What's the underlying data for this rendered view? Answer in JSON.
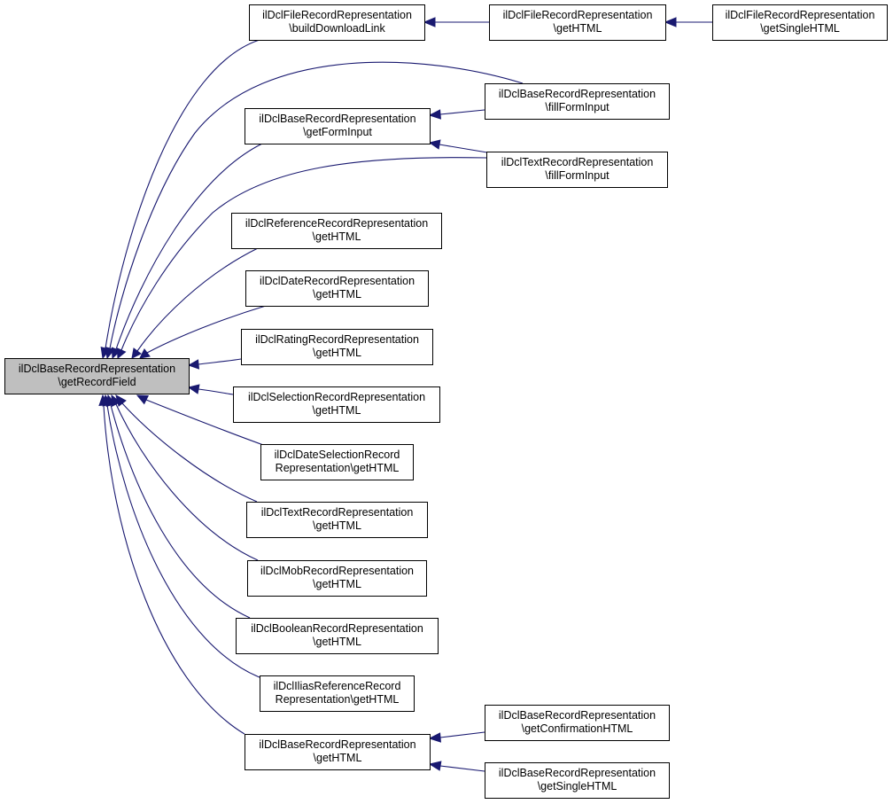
{
  "diagram": {
    "type": "call-graph",
    "direction": "right-to-left",
    "colors": {
      "focus_node_fill": "#bfbfbf",
      "node_fill": "#ffffff",
      "node_border": "#000000",
      "edge": "#191970"
    },
    "nodes": [
      {
        "id": "root",
        "lines": [
          "ilDclBaseRecordRepresentation",
          "\\getRecordField"
        ],
        "focus": true
      },
      {
        "id": "file_build",
        "lines": [
          "ilDclFileRecordRepresentation",
          "\\buildDownloadLink"
        ]
      },
      {
        "id": "file_gethtml",
        "lines": [
          "ilDclFileRecordRepresentation",
          "\\getHTML"
        ]
      },
      {
        "id": "file_getsingle",
        "lines": [
          "ilDclFileRecordRepresentation",
          "\\getSingleHTML"
        ]
      },
      {
        "id": "base_fill",
        "lines": [
          "ilDclBaseRecordRepresentation",
          "\\fillFormInput"
        ]
      },
      {
        "id": "base_getform",
        "lines": [
          "ilDclBaseRecordRepresentation",
          "\\getFormInput"
        ]
      },
      {
        "id": "text_fill",
        "lines": [
          "ilDclTextRecordRepresentation",
          "\\fillFormInput"
        ]
      },
      {
        "id": "ref_gethtml",
        "lines": [
          "ilDclReferenceRecordRepresentation",
          "\\getHTML"
        ]
      },
      {
        "id": "date_gethtml",
        "lines": [
          "ilDclDateRecordRepresentation",
          "\\getHTML"
        ]
      },
      {
        "id": "rating_gethtml",
        "lines": [
          "ilDclRatingRecordRepresentation",
          "\\getHTML"
        ]
      },
      {
        "id": "sel_gethtml",
        "lines": [
          "ilDclSelectionRecordRepresentation",
          "\\getHTML"
        ]
      },
      {
        "id": "datesel_gethtml",
        "lines": [
          "ilDclDateSelectionRecord",
          "Representation\\getHTML"
        ]
      },
      {
        "id": "text_gethtml",
        "lines": [
          "ilDclTextRecordRepresentation",
          "\\getHTML"
        ]
      },
      {
        "id": "mob_gethtml",
        "lines": [
          "ilDclMobRecordRepresentation",
          "\\getHTML"
        ]
      },
      {
        "id": "bool_gethtml",
        "lines": [
          "ilDclBooleanRecordRepresentation",
          "\\getHTML"
        ]
      },
      {
        "id": "ilias_gethtml",
        "lines": [
          "ilDclIliasReferenceRecord",
          "Representation\\getHTML"
        ]
      },
      {
        "id": "base_gethtml",
        "lines": [
          "ilDclBaseRecordRepresentation",
          "\\getHTML"
        ]
      },
      {
        "id": "base_getconf",
        "lines": [
          "ilDclBaseRecordRepresentation",
          "\\getConfirmationHTML"
        ]
      },
      {
        "id": "base_getsingle",
        "lines": [
          "ilDclBaseRecordRepresentation",
          "\\getSingleHTML"
        ]
      }
    ],
    "edges": [
      {
        "from": "file_build",
        "to": "root"
      },
      {
        "from": "base_fill",
        "to": "root"
      },
      {
        "from": "base_getform",
        "to": "root"
      },
      {
        "from": "text_fill",
        "to": "root"
      },
      {
        "from": "ref_gethtml",
        "to": "root"
      },
      {
        "from": "date_gethtml",
        "to": "root"
      },
      {
        "from": "rating_gethtml",
        "to": "root"
      },
      {
        "from": "sel_gethtml",
        "to": "root"
      },
      {
        "from": "datesel_gethtml",
        "to": "root"
      },
      {
        "from": "text_gethtml",
        "to": "root"
      },
      {
        "from": "mob_gethtml",
        "to": "root"
      },
      {
        "from": "bool_gethtml",
        "to": "root"
      },
      {
        "from": "ilias_gethtml",
        "to": "root"
      },
      {
        "from": "base_gethtml",
        "to": "root"
      },
      {
        "from": "file_gethtml",
        "to": "file_build"
      },
      {
        "from": "file_getsingle",
        "to": "file_gethtml"
      },
      {
        "from": "base_fill",
        "to": "base_getform"
      },
      {
        "from": "text_fill",
        "to": "base_getform"
      },
      {
        "from": "base_getconf",
        "to": "base_gethtml"
      },
      {
        "from": "base_getsingle",
        "to": "base_gethtml"
      }
    ]
  }
}
